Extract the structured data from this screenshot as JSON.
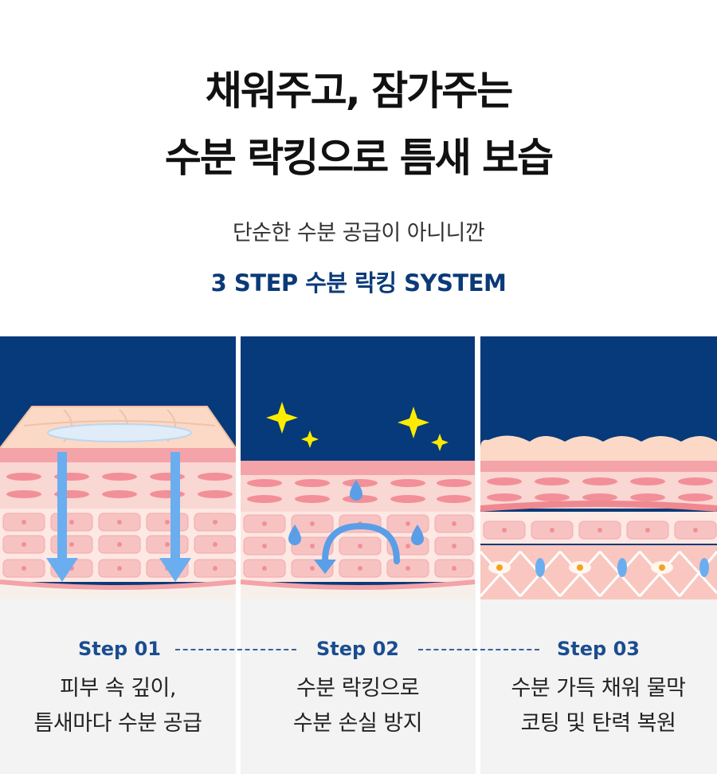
{
  "header": {
    "title_line1": "채워주고, 잠가주는",
    "title_line2": "수분 락킹으로 틈새 보습",
    "subtitle": "단순한 수분 공급이 아니니깐",
    "system_label": "3 STEP 수분 락킹 SYSTEM"
  },
  "colors": {
    "navy": "#063a7a",
    "skin_pink": "#f4a3a8",
    "cell_fill": "#f9cfcf",
    "arrow_blue": "#6aaef0",
    "sparkle_yellow": "#ffeb00",
    "step_blue": "#1a4d8f"
  },
  "steps": [
    {
      "label": "Step 01",
      "line1": "피부 속 깊이,",
      "line2": "틈새마다 수분 공급",
      "icon": "water-film-down-arrows"
    },
    {
      "label": "Step 02",
      "line1": "수분 락킹으로",
      "line2": "수분 손실 방지",
      "icon": "sparkles-water-drops"
    },
    {
      "label": "Step 03",
      "line1": "수분 가득 채워 물막",
      "line2": "코팅 및 탄력 복원",
      "icon": "plump-skin-lattice"
    }
  ]
}
